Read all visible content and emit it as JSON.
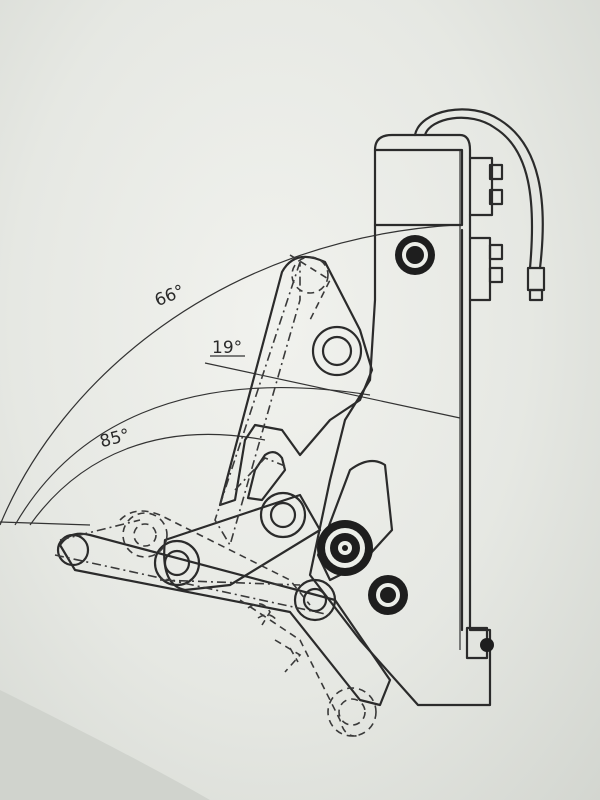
{
  "diagram": {
    "angles": [
      {
        "id": "angle-66",
        "text": "66°"
      },
      {
        "id": "angle-19",
        "text": "19°"
      },
      {
        "id": "angle-85",
        "text": "85°"
      }
    ],
    "colors": {
      "ink": "#2b2b2b",
      "paper": "#eceee9"
    }
  }
}
